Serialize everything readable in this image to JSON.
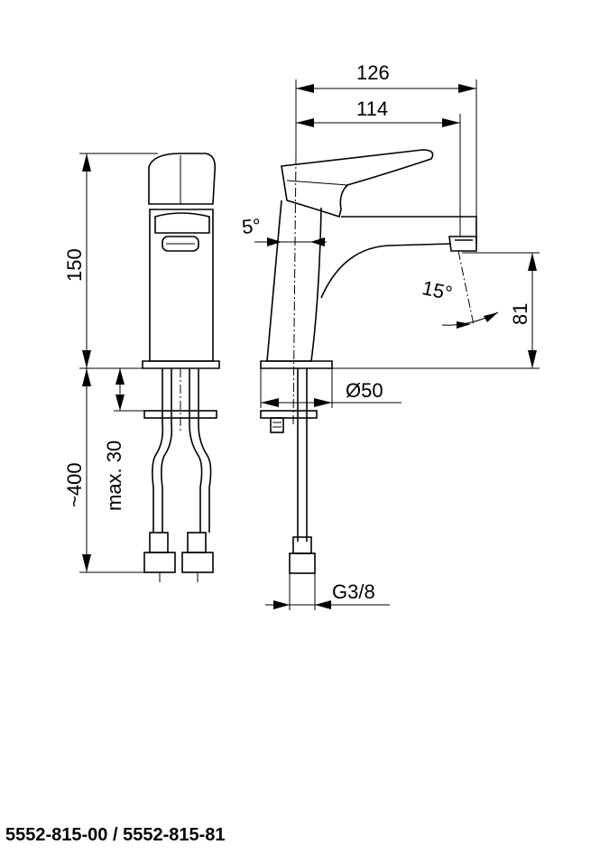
{
  "dimensions": {
    "width_total": "126",
    "width_spout": "114",
    "height_body": "150",
    "angle_lever": "5°",
    "angle_spout": "15°",
    "height_outlet": "81",
    "diameter_base": "Ø50",
    "height_hoses": "~400",
    "max_thickness": "max. 30",
    "thread": "G3/8"
  },
  "article_numbers": "5552-815-00 / 5552-815-81"
}
